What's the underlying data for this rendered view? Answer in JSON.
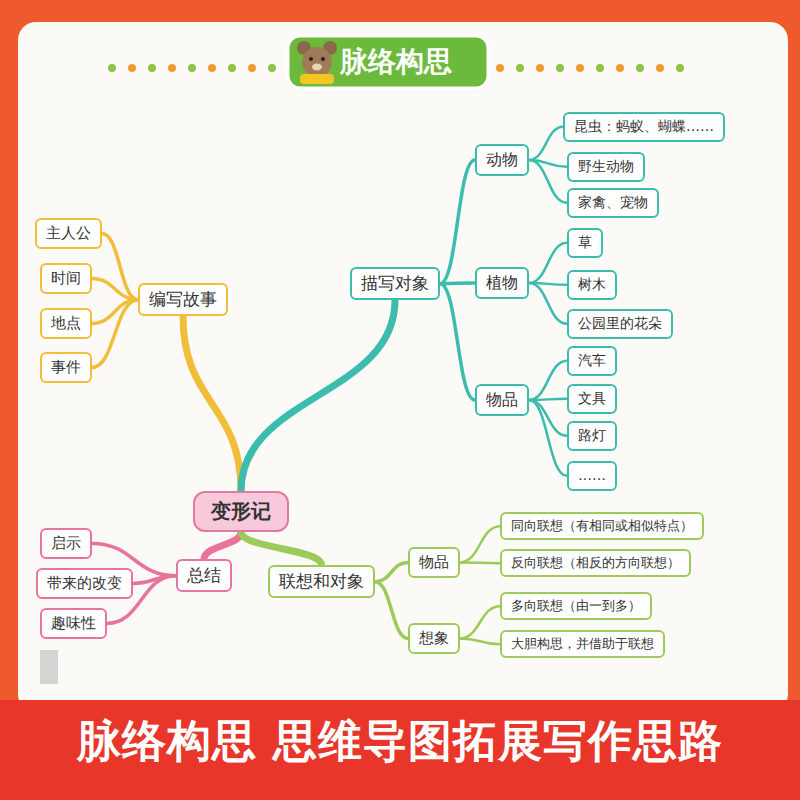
{
  "diagram": {
    "title": "脉络构思",
    "caption": "脉络构思 思维导图拓展写作思路",
    "nodes": [
      {
        "text": [
          "变形记"
        ]
      },
      {
        "text": [
          "编写故事"
        ]
      },
      {
        "text": [
          "主人公"
        ]
      },
      {
        "text": [
          "时间"
        ]
      },
      {
        "text": [
          "地点"
        ]
      },
      {
        "text": [
          "事件"
        ]
      },
      {
        "text": [
          "描写对象"
        ]
      },
      {
        "text": [
          "动物"
        ]
      },
      {
        "text": [
          "昆虫：蚂蚁、蝴蝶……"
        ]
      },
      {
        "text": [
          "野生动物"
        ]
      },
      {
        "text": [
          "家禽、宠物"
        ]
      },
      {
        "text": [
          "植物"
        ]
      },
      {
        "text": [
          "草"
        ]
      },
      {
        "text": [
          "树木"
        ]
      },
      {
        "text": [
          "公园里的花朵"
        ]
      },
      {
        "text": [
          "物品"
        ]
      },
      {
        "text": [
          "汽车"
        ]
      },
      {
        "text": [
          "文具"
        ]
      },
      {
        "text": [
          "路灯"
        ]
      },
      {
        "text": [
          "……"
        ]
      },
      {
        "text": [
          "总结"
        ]
      },
      {
        "text": [
          "启示"
        ]
      },
      {
        "text": [
          "带来的改变"
        ]
      },
      {
        "text": [
          "趣味性"
        ]
      },
      {
        "text": [
          "联想和对象"
        ]
      },
      {
        "text": [
          "物品"
        ]
      },
      {
        "text": [
          "同向联想（有相同或相似特点）"
        ]
      },
      {
        "text": [
          "反向联想（相反的方向联想）"
        ]
      },
      {
        "text": [
          "想象"
        ]
      },
      {
        "text": [
          "多向联想（由一到多）"
        ]
      },
      {
        "text": [
          "大胆构思，并借助于联想"
        ]
      }
    ],
    "edges": [
      {
        "from": 0,
        "to": 1,
        "arrow": "none"
      },
      {
        "from": 1,
        "to": 2,
        "arrow": "none"
      },
      {
        "from": 1,
        "to": 3,
        "arrow": "none"
      },
      {
        "from": 1,
        "to": 4,
        "arrow": "none"
      },
      {
        "from": 1,
        "to": 5,
        "arrow": "none"
      },
      {
        "from": 0,
        "to": 6,
        "arrow": "none"
      },
      {
        "from": 6,
        "to": 7,
        "arrow": "none"
      },
      {
        "from": 7,
        "to": 8,
        "arrow": "none"
      },
      {
        "from": 7,
        "to": 9,
        "arrow": "none"
      },
      {
        "from": 7,
        "to": 10,
        "arrow": "none"
      },
      {
        "from": 6,
        "to": 11,
        "arrow": "none"
      },
      {
        "from": 11,
        "to": 12,
        "arrow": "none"
      },
      {
        "from": 11,
        "to": 13,
        "arrow": "none"
      },
      {
        "from": 11,
        "to": 14,
        "arrow": "none"
      },
      {
        "from": 6,
        "to": 15,
        "arrow": "none"
      },
      {
        "from": 15,
        "to": 16,
        "arrow": "none"
      },
      {
        "from": 15,
        "to": 17,
        "arrow": "none"
      },
      {
        "from": 15,
        "to": 18,
        "arrow": "none"
      },
      {
        "from": 15,
        "to": 19,
        "arrow": "none"
      },
      {
        "from": 0,
        "to": 20,
        "arrow": "none"
      },
      {
        "from": 20,
        "to": 21,
        "arrow": "none"
      },
      {
        "from": 20,
        "to": 22,
        "arrow": "none"
      },
      {
        "from": 20,
        "to": 23,
        "arrow": "none"
      },
      {
        "from": 0,
        "to": 24,
        "arrow": "none"
      },
      {
        "from": 24,
        "to": 25,
        "arrow": "none"
      },
      {
        "from": 25,
        "to": 26,
        "arrow": "none"
      },
      {
        "from": 25,
        "to": 27,
        "arrow": "none"
      },
      {
        "from": 24,
        "to": 28,
        "arrow": "none"
      },
      {
        "from": 28,
        "to": 29,
        "arrow": "none"
      },
      {
        "from": 28,
        "to": 30,
        "arrow": "none"
      }
    ]
  }
}
